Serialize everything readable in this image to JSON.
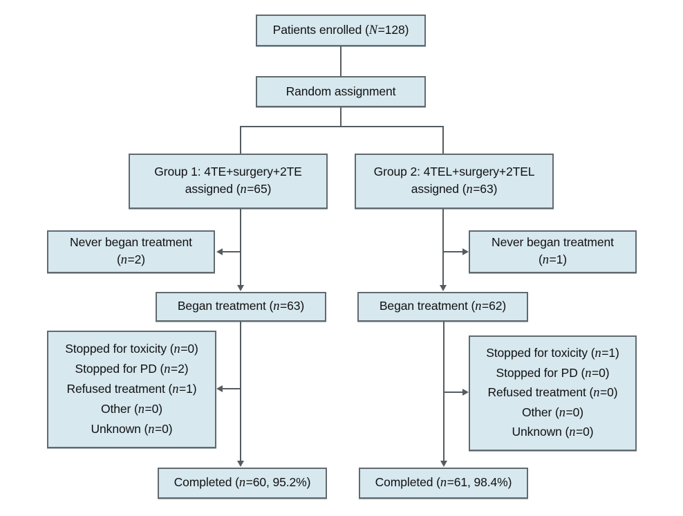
{
  "diagram": {
    "type": "consort-flow-diagram",
    "title_text": "",
    "colors": {
      "box_fill": "#d7e8ef",
      "box_border": "#616a6e",
      "connector": "#555c60",
      "text": "#111111",
      "background": "#ffffff"
    },
    "nodes": {
      "enrolled": {
        "lines": [
          "Patients enrolled (N=128)"
        ],
        "label_pre": "Patients enrolled (",
        "var": "N",
        "label_post": "=128)"
      },
      "random": {
        "lines": [
          "Random assignment"
        ]
      },
      "group1": {
        "line1": "Group 1: 4TE+surgery+2TE",
        "line2_pre": "assigned (",
        "line2_var": "n",
        "line2_post": "=65)"
      },
      "group2": {
        "line1": "Group 2: 4TEL+surgery+2TEL",
        "line2_pre": "assigned (",
        "line2_var": "n",
        "line2_post": "=63)"
      },
      "never_left": {
        "line1": "Never began treatment",
        "line2_pre": "(",
        "line2_var": "n",
        "line2_post": "=2)"
      },
      "never_right": {
        "line1": "Never began treatment",
        "line2_pre": "(",
        "line2_var": "n",
        "line2_post": "=1)"
      },
      "began_left": {
        "pre": "Began treatment (",
        "var": "n",
        "post": "=63)"
      },
      "began_right": {
        "pre": "Began treatment (",
        "var": "n",
        "post": "=62)"
      },
      "stopped_left": {
        "rows": [
          {
            "pre": "Stopped for toxicity (",
            "var": "n",
            "post": "=0)"
          },
          {
            "pre": "Stopped for PD (",
            "var": "n",
            "post": "=2)"
          },
          {
            "pre": "Refused treatment (",
            "var": "n",
            "post": "=1)"
          },
          {
            "pre": "Other (",
            "var": "n",
            "post": "=0)"
          },
          {
            "pre": "Unknown (",
            "var": "n",
            "post": "=0)"
          }
        ]
      },
      "stopped_right": {
        "rows": [
          {
            "pre": "Stopped for toxicity (",
            "var": "n",
            "post": "=1)"
          },
          {
            "pre": "Stopped for PD (",
            "var": "n",
            "post": "=0)"
          },
          {
            "pre": "Refused treatment (",
            "var": "n",
            "post": "=0)"
          },
          {
            "pre": "Other (",
            "var": "n",
            "post": "=0)"
          },
          {
            "pre": "Unknown (",
            "var": "n",
            "post": "=0)"
          }
        ]
      },
      "completed_left": {
        "pre": "Completed (",
        "var": "n",
        "post": "=60, 95.2%)"
      },
      "completed_right": {
        "pre": "Completed (",
        "var": "n",
        "post": "=61, 98.4%)"
      }
    }
  }
}
